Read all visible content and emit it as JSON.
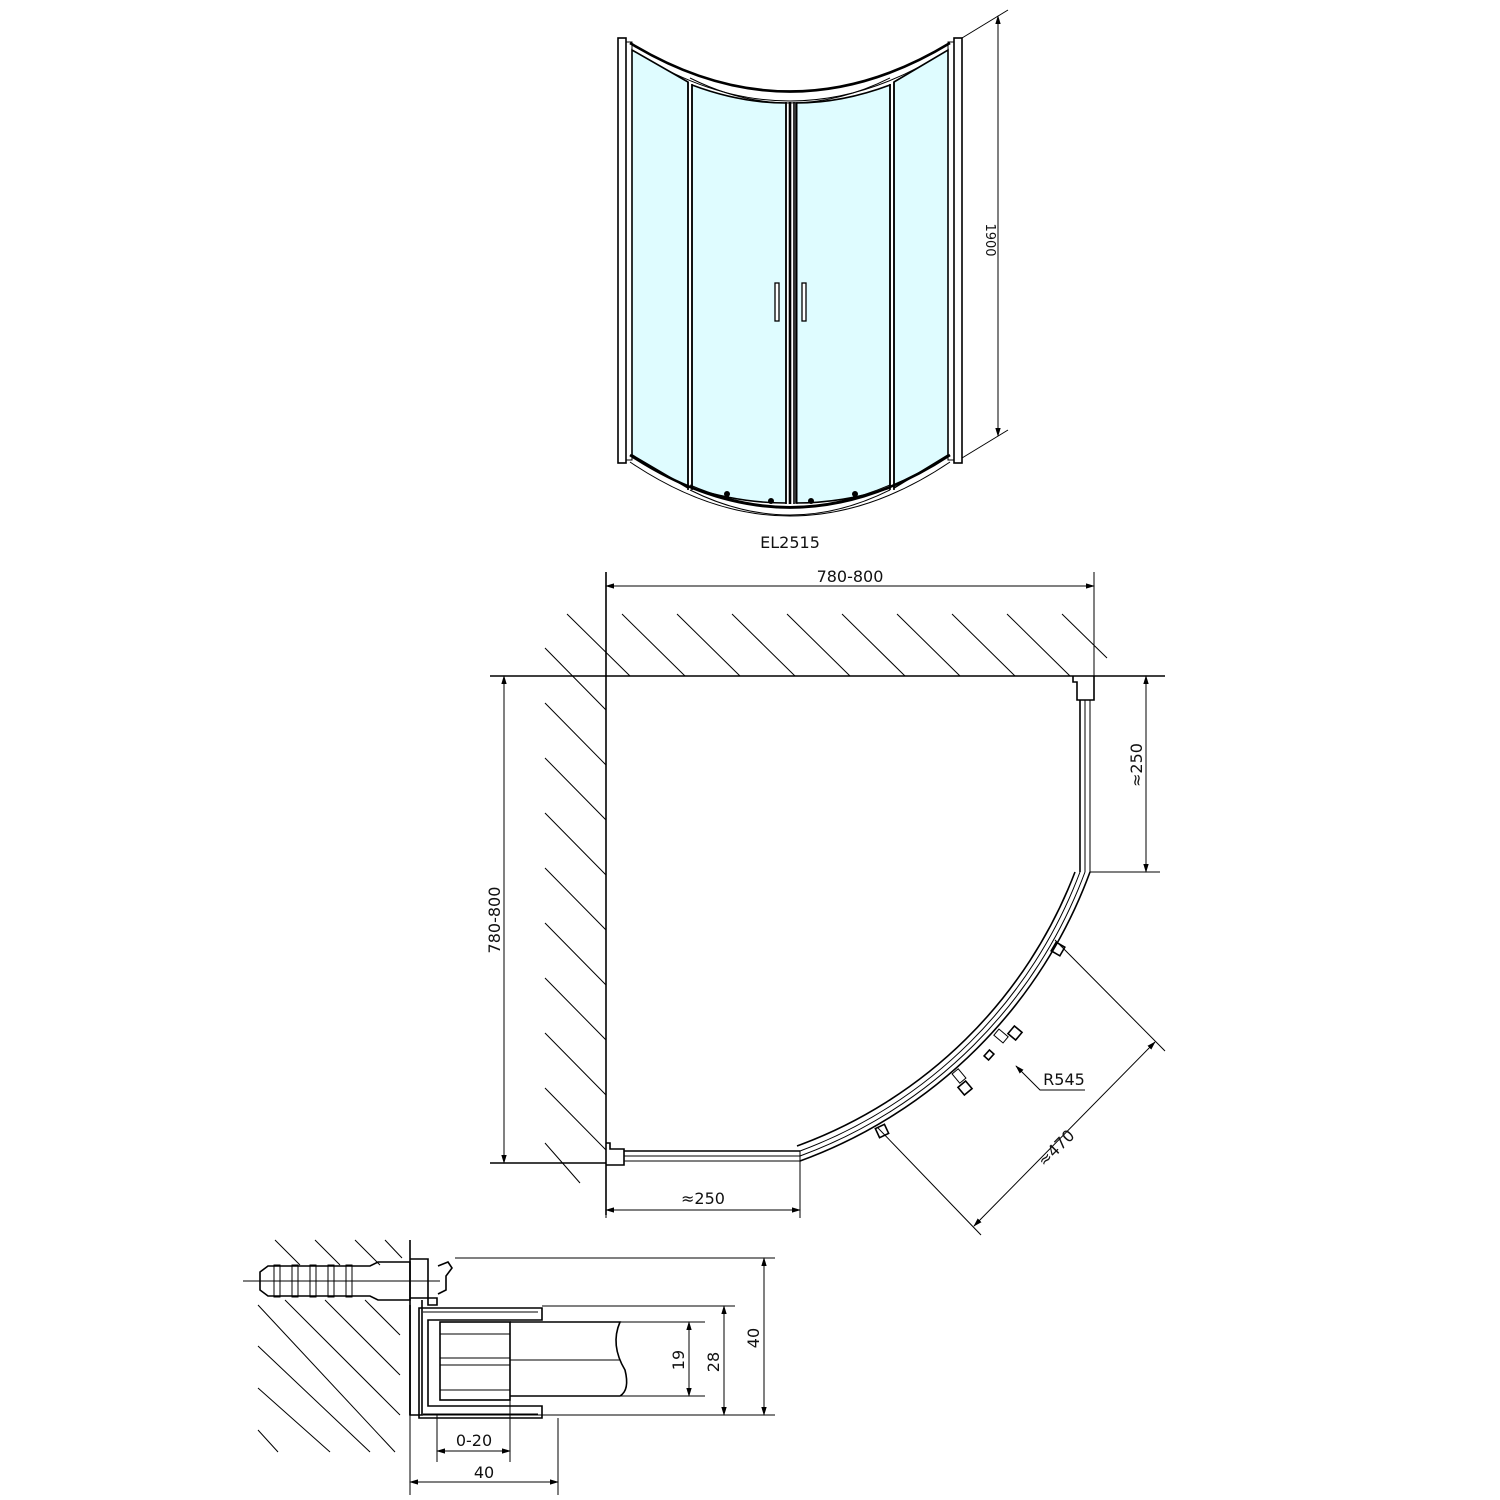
{
  "drawing": {
    "model_code": "EL2515",
    "colors": {
      "glass": "#dffcff",
      "line": "#000000",
      "background": "#ffffff"
    }
  },
  "elevation_view": {
    "height_dimension": "1900",
    "panels": [
      "fixed-left",
      "door-left",
      "door-right",
      "fixed-right"
    ],
    "handles": 2
  },
  "plan_view": {
    "width_dimension": "780-800",
    "depth_dimension": "780-800",
    "side_straight_top": "≈250",
    "side_straight_bottom": "≈250",
    "radius": "R545",
    "door_opening": "≈470"
  },
  "profile_detail": {
    "wall_profile_depth": "40",
    "adjustment_range": "0-20",
    "overall_height": "40",
    "frame_height": "28",
    "glass_thickness_zone": "19"
  }
}
